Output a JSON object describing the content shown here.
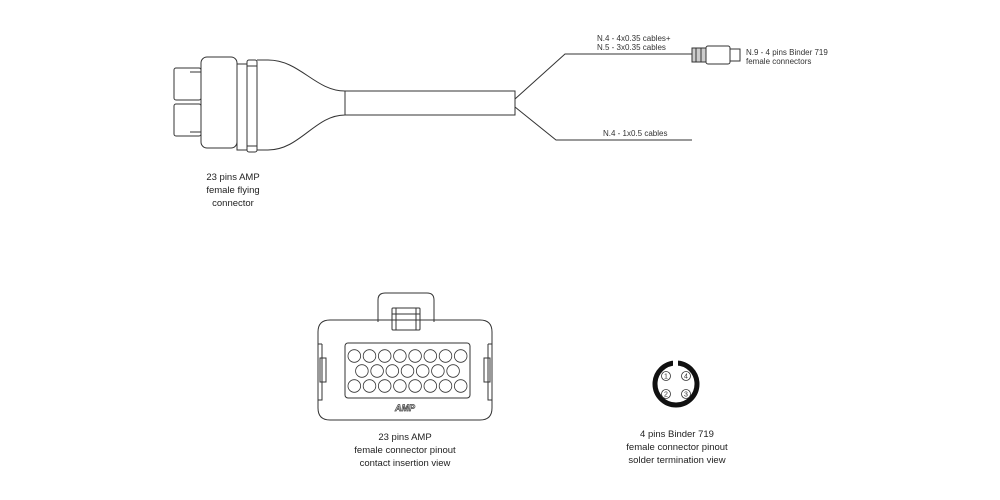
{
  "cable_labels": {
    "upper_line1": "N.4 - 4x0.35 cables+",
    "upper_line2": "N.5 - 3x0.35 cables",
    "lower": "N.4 - 1x0.5 cables",
    "binder_line1": "N.9 - 4 pins Binder 719",
    "binder_line2": "female connectors"
  },
  "amp_flying_caption": [
    "23 pins AMP",
    "female flying",
    "connector"
  ],
  "amp_pinout": {
    "logo": "AMP",
    "pin_rows": [
      8,
      7,
      8
    ],
    "caption": [
      "23 pins AMP",
      "female connector pinout",
      "contact insertion view"
    ]
  },
  "binder_pinout": {
    "pins": [
      "1",
      "4",
      "2",
      "3"
    ],
    "caption": [
      "4 pins Binder 719",
      "female connector pinout",
      "solder termination view"
    ]
  }
}
